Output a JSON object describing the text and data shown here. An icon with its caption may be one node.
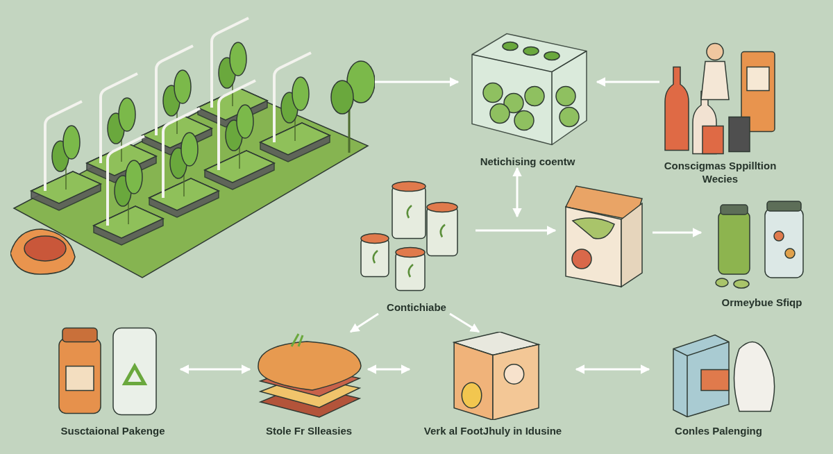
{
  "diagram": {
    "nodes": [
      {
        "text": [],
        "shape": "picture"
      },
      {
        "text": [
          "Netichising coentw"
        ]
      },
      {
        "text": [
          "Conscigmas Sppilltion Wecies"
        ]
      },
      {
        "text": [
          "Contichiabe"
        ]
      },
      {
        "text": [],
        "shape": "picture"
      },
      {
        "text": [
          "Ormeybue Sfiqp"
        ]
      },
      {
        "text": [
          "Susctaional Pakenge"
        ]
      },
      {
        "text": [
          "Stole Fr Slleasies"
        ]
      },
      {
        "text": [
          "Verk al FootJhuly in Idusine"
        ]
      },
      {
        "text": [
          "Conles Palenging"
        ]
      }
    ],
    "edges": [
      {
        "from": 0,
        "to": 1,
        "arrow": "to"
      },
      {
        "from": 2,
        "to": 1,
        "arrow": "to"
      },
      {
        "from": 1,
        "to": null,
        "arrow": "both"
      },
      {
        "from": 3,
        "to": 4,
        "arrow": "to"
      },
      {
        "from": 4,
        "to": 5,
        "arrow": "to"
      },
      {
        "from": 3,
        "to": 7,
        "arrow": "to"
      },
      {
        "from": 3,
        "to": 8,
        "arrow": "to"
      },
      {
        "from": 6,
        "to": 7,
        "arrow": "both"
      },
      {
        "from": 7,
        "to": 8,
        "arrow": "both"
      },
      {
        "from": 8,
        "to": 9,
        "arrow": "both"
      }
    ]
  }
}
